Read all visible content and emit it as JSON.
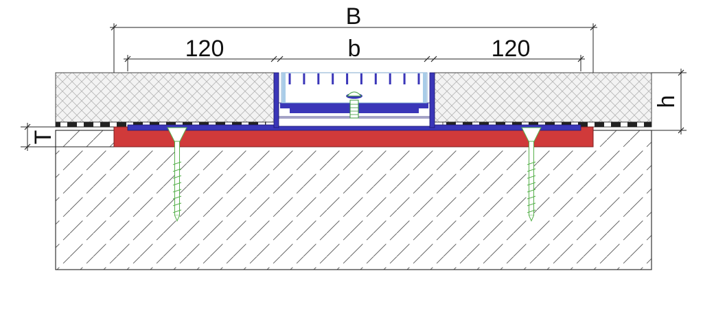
{
  "dimensions": {
    "overall_width": "B",
    "left_flange": "120",
    "channel_width": "b",
    "right_flange": "120",
    "height": "h",
    "thickness": "T"
  },
  "colors": {
    "concrete_hatch": "#555555",
    "tile_fill": "#efefef",
    "tile_hatch": "#b5b5b5",
    "membrane_red": "#d03a3a",
    "channel_blue": "#3a36b8",
    "grate_blue": "#a9cce8",
    "screw_green": "#55b04a",
    "outline": "#222222"
  },
  "icons": {
    "left_screw": "countersunk-screw-icon",
    "right_screw": "countersunk-screw-icon",
    "center_bolt": "bolt-icon"
  }
}
